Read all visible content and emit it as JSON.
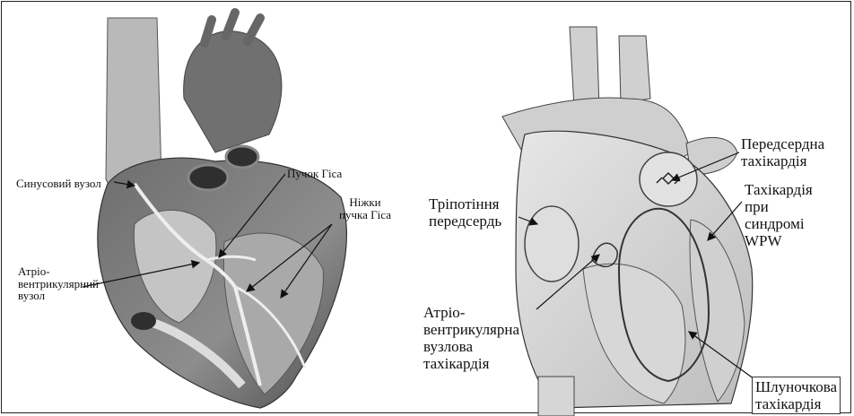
{
  "left_diagram": {
    "sinus_node": "Синусовий вузол",
    "his_bundle": "Пучок Гіса",
    "bundle_branches": [
      "Ніжки",
      "пучка Гіса"
    ],
    "av_node": [
      "Атріо-",
      "вентрикулярний",
      "вузол"
    ]
  },
  "right_diagram": {
    "atrial_tachycardia": [
      "Передсердна",
      "тахікардія"
    ],
    "atrial_flutter": [
      "Тріпотіння",
      "передсердь"
    ],
    "wpw_tachycardia": [
      "Тахікардія",
      "при",
      "синдромі",
      "WPW"
    ],
    "avnrt": [
      "Атріо-",
      "вентрикулярна",
      "вузлова",
      "тахікардія"
    ],
    "ventricular_tachycardia": [
      "Шлуночкова",
      "тахікардія"
    ]
  },
  "colors": {
    "line": "#111111",
    "heart_dark": "#555555",
    "heart_mid": "#8a8a8a",
    "heart_light": "#c9c9c9"
  }
}
